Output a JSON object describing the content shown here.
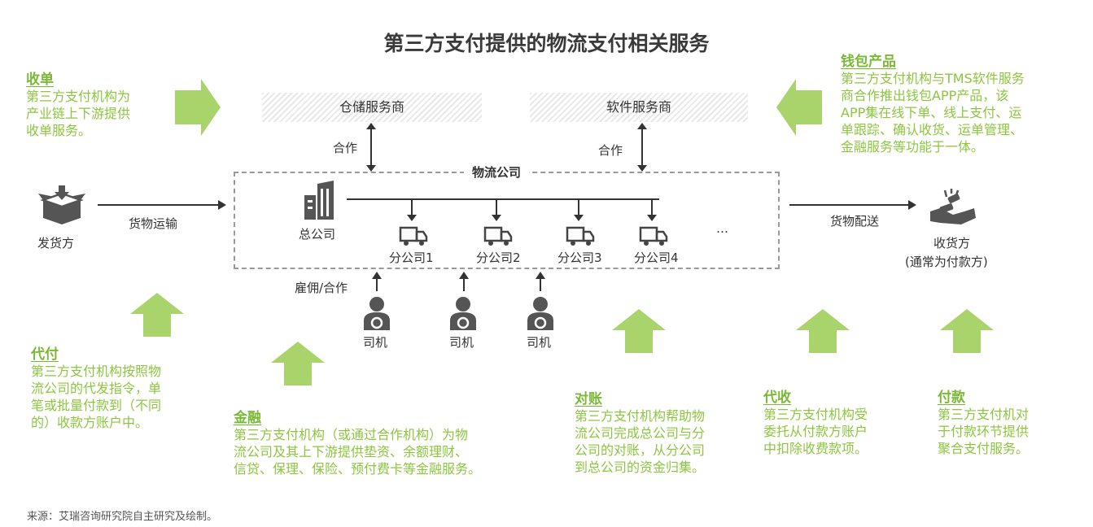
{
  "header_fragment": "",
  "title": "第三方支付提供的物流支付相关服务",
  "panels": {
    "shoudan": {
      "heading": "收单",
      "lines": [
        "第三方支付机构为",
        "产业链上下游提供",
        "收单服务。"
      ]
    },
    "qianbao": {
      "heading": "钱包产品",
      "lines": [
        "第三方支付机构与TMS软件服务",
        "商合作推出钱包APP产品，该",
        "APP集在线下单、线上支付、运",
        "单跟踪、确认收货、运单管理、",
        "金融服务等功能于一体。"
      ]
    },
    "daifu": {
      "heading": "代付",
      "lines": [
        "第三方支付机构按照物",
        "流公司的代发指令，单",
        "笔或批量付款到（不同",
        "的）收款方账户中。"
      ]
    },
    "jinrong": {
      "heading": "金融",
      "lines": [
        "第三方支付机构（或通过合作机构）为物",
        "流公司及其上下游提供垫资、余额理财、",
        "信贷、保理、保险、预付费卡等金融服务。"
      ]
    },
    "duizhang": {
      "heading": "对账",
      "lines": [
        "第三方支付机构帮助物",
        "流公司完成总公司与分",
        "公司的对账，从分公司",
        "到总公司的资金归集。"
      ]
    },
    "daishou": {
      "heading": "代收",
      "lines": [
        "第三方支付机构受",
        "委托从付款方账户",
        "中扣除收费款项。"
      ]
    },
    "fukuan": {
      "heading": "付款",
      "lines": [
        "第三方支付机对",
        "于付款环节提供",
        "聚合支付服务。"
      ]
    }
  },
  "diagram": {
    "warehouse": "仓储服务商",
    "software": "软件服务商",
    "coop_left": "合作",
    "coop_right": "合作",
    "logistics_company": "物流公司",
    "hq": "总公司",
    "branches": [
      "分公司1",
      "分公司2",
      "分公司3",
      "分公司4"
    ],
    "ellipsis": "…",
    "shipper": "发货方",
    "transport": "货物运输",
    "delivery": "货物配送",
    "receiver": "收货方",
    "receiver_note": "(通常为付款方)",
    "hire": "雇佣/合作",
    "drivers": [
      "司机",
      "司机",
      "司机"
    ]
  },
  "colors": {
    "accent_green": "#8cc63f",
    "arrow_green": "#a9d46c",
    "text": "#333333",
    "dashed": "#9a9a9a"
  },
  "source": "来源：艾瑞咨询研究院自主研究及绘制。"
}
